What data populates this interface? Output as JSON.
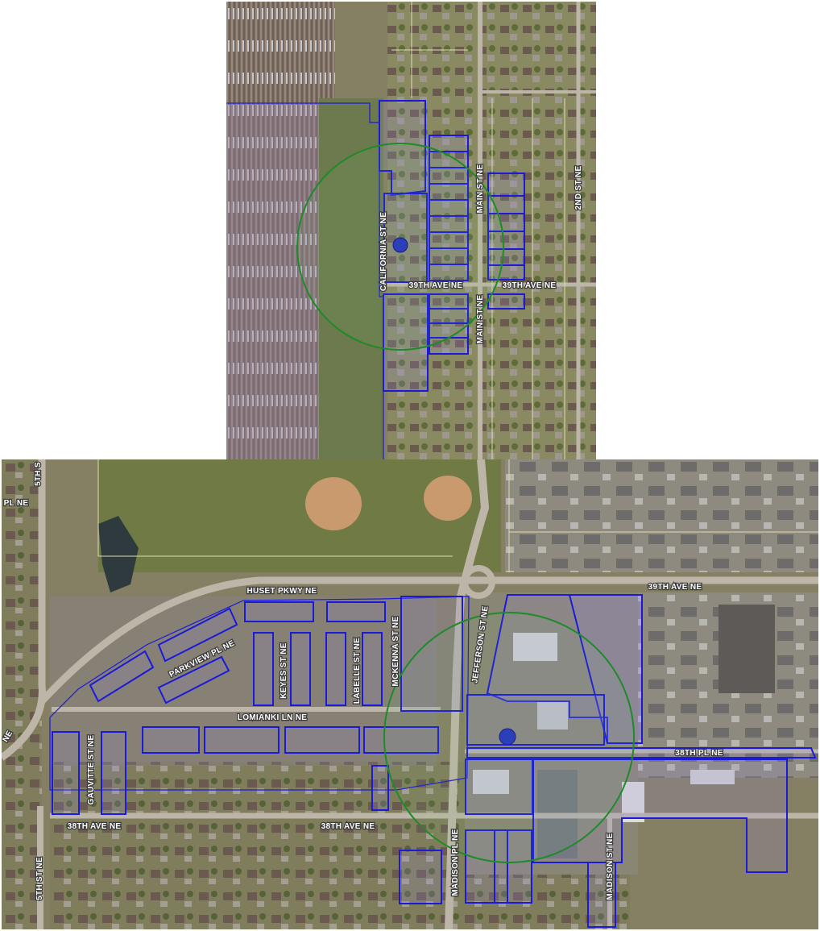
{
  "map": {
    "colors": {
      "parcel_outline": "#1a1ad8",
      "buffer_circle": "#1f8a2a",
      "site_marker": "#2a3fb8",
      "label_text": "#ffffff"
    },
    "panel_top": {
      "labels": {
        "california": "CALIFORNIA ST NE",
        "main_upper": "MAIN ST NE",
        "main_lower": "MAIN ST NE",
        "second": "2ND ST NE",
        "ave39_west": "39TH AVE NE",
        "ave39_east": "39TH AVE NE"
      }
    },
    "panel_bottom": {
      "labels": {
        "huset": "HUSET PKWY NE",
        "ave39": "39TH AVE NE",
        "parkview": "PARKVIEW PL NE",
        "keyes": "KEYES ST NE",
        "labelle": "LABELLE ST NE",
        "mckenna": "MCKENNA ST NE",
        "jefferson": "JEFFERSON ST NE",
        "lomianki": "LOMIANKI LN NE",
        "gauvitte": "GAUVITTE ST NE",
        "pl38": "38TH PL NE",
        "ave38_west": "38TH AVE NE",
        "ave38_mid": "38TH AVE NE",
        "madison_pl": "MADISON PL NE",
        "madison_st": "MADISON ST NE",
        "fifth_bottom": "5TH ST NE",
        "fifth_top": "5TH S",
        "pl_ne_top": "PL NE",
        "ne_left": "NE"
      }
    }
  }
}
